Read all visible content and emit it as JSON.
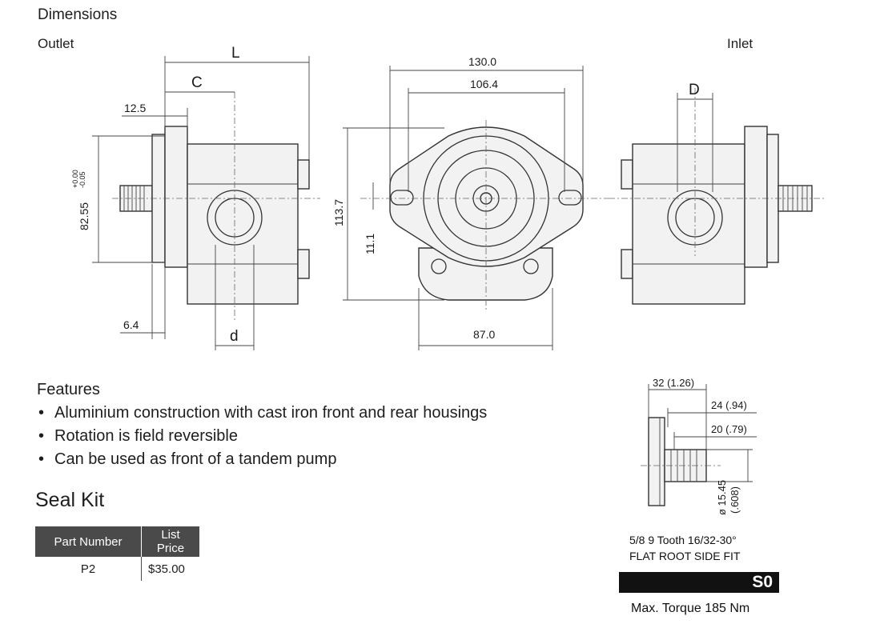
{
  "dimensions": {
    "title": "Dimensions",
    "outlet_label": "Outlet",
    "inlet_label": "Inlet",
    "side_view": {
      "L": "L",
      "C": "C",
      "d": "d",
      "dim_12_5": "12.5",
      "dim_6_4": "6.4",
      "dim_82_55": "82.55",
      "tol_upper": "+0.00",
      "tol_lower": "-0.05"
    },
    "front_view": {
      "dim_130_0": "130.0",
      "dim_106_4": "106.4",
      "dim_113_7": "113.7",
      "dim_11_1": "11.1",
      "dim_87_0": "87.0"
    },
    "inlet_view": {
      "D": "D"
    }
  },
  "features": {
    "title": "Features",
    "items": [
      "Aluminium construction with cast iron front and rear housings",
      "Rotation is field reversible",
      "Can be used as front of a tandem pump"
    ]
  },
  "seal_kit": {
    "title": "Seal Kit",
    "headers": [
      "Part Number",
      "List Price"
    ],
    "rows": [
      {
        "part_number": "P2",
        "list_price": "$35.00"
      }
    ]
  },
  "shaft": {
    "dim_32": "32 (1.26)",
    "dim_24": "24 (.94)",
    "dim_20": "20 (.79)",
    "dim_dia": "ø 15.45",
    "dim_dia_in": "(.608)",
    "line1": "5/8 9 Tooth 16/32-30°",
    "line2": "FLAT ROOT SIDE FIT",
    "code": "S0",
    "torque": "Max. Torque 185 Nm"
  }
}
